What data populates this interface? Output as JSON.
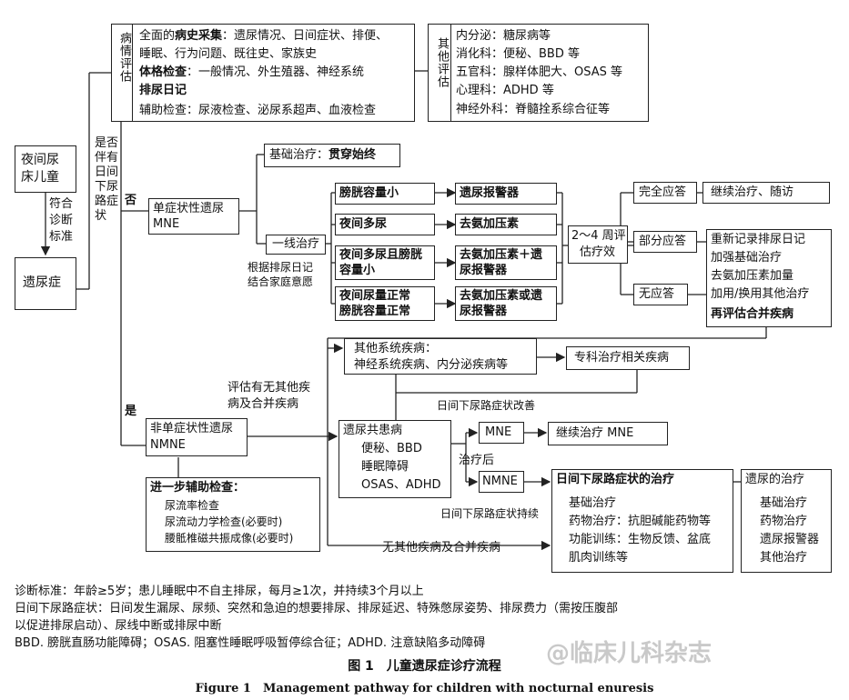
{
  "start": {
    "child": "夜间尿床儿童",
    "criteria": "符合诊断标准",
    "enuresis": "遗尿症"
  },
  "history": {
    "vertical_title": "病情评估",
    "line1_pre": "全面的",
    "line1_bold": "病史采集",
    "line1_post": "：遗尿情况、日间症状、排便、",
    "line2": "睡眠、行为问题、既往史、家族史",
    "line3_bold": "体格检查",
    "line3_post": "：一般情况、外生殖器、神经系统",
    "line4_bold": "排尿日记",
    "line5": "辅助检查：尿液检查、泌尿系超声、血液检查"
  },
  "other_eval": {
    "vertical_title": "其他评估",
    "items": [
      "内分泌：糖尿病等",
      "消化科：便秘、BBD 等",
      "五官科：腺样体肥大、OSAS 等",
      "心理科：ADHD 等",
      "神经外科：脊髓拴系综合征等"
    ]
  },
  "daytime_q": "是否伴有日间下尿路症状",
  "no_label": "否",
  "yes_label": "是",
  "mne": {
    "line1": "单症状性遗尿",
    "line2": "MNE"
  },
  "basic": {
    "pre": "基础治疗：",
    "bold": "贯穿始终"
  },
  "first_line": "一线治疗",
  "first_line_note": [
    "根据排尿日记",
    "结合家庭意愿"
  ],
  "conditions": [
    [
      "膀胱容量小"
    ],
    [
      "夜间多尿"
    ],
    [
      "夜间多尿且膀胱",
      "容量小"
    ],
    [
      "夜间尿量正常",
      "膀胱容量正常"
    ]
  ],
  "treatments": [
    [
      "遗尿报警器"
    ],
    [
      "去氨加压素"
    ],
    [
      "去氨加压素＋遗",
      "尿报警器"
    ],
    [
      "去氨加压素或遗",
      "尿报警器"
    ]
  ],
  "eval_period": [
    "2～4 周评",
    "估疗效"
  ],
  "responses": [
    "完全应答",
    "部分应答",
    "无应答"
  ],
  "complete_action": "继续治疗、随访",
  "partial_actions": [
    "重新记录排尿日记",
    "加强基础治疗",
    "去氨加压素加量",
    "加用/换用其他治疗"
  ],
  "partial_bold": "再评估合并疾病",
  "other_systems": {
    "line1": "其他系统疾病：",
    "line2": "神经系统疾病、内分泌疾病等"
  },
  "specialist": "专科治疗相关疾病",
  "daytime_improve": "日间下尿路症状改善",
  "assess_label": [
    "评估有无其他疾",
    "病及合并疾病"
  ],
  "nmne": {
    "line1": "非单症状性遗尿",
    "line2": "NMNE"
  },
  "further": {
    "title": "进一步辅助检查：",
    "items": [
      "尿流率检查",
      "尿流动力学检查(必要时)",
      "腰骶椎磁共振成像(必要时)"
    ]
  },
  "comorbid": {
    "title": "遗尿共患病",
    "items": [
      "便秘、BBD",
      "睡眠障碍",
      "OSAS、ADHD"
    ]
  },
  "after_treatment": "治疗后",
  "mne_box": "MNE",
  "continue_mne": "继续治疗 MNE",
  "nmne_box": "NMNE",
  "daytime_persist": "日间下尿路症状持续",
  "no_other": "无其他疾病及合并疾病",
  "lut_treatment": {
    "title": "日间下尿路症状的治疗",
    "items": [
      "基础治疗",
      "药物治疗：抗胆碱能药物等",
      "功能训练：生物反馈、盆底",
      "肌肉训练等"
    ]
  },
  "enuresis_treatment": {
    "title": "遗尿的治疗",
    "items": [
      "基础治疗",
      "药物治疗",
      "遗尿报警器",
      "其他治疗"
    ]
  },
  "notes": [
    "诊断标准：年龄≥5岁；患儿睡眠中不自主排尿，每月≥1次，并持续3个月以上",
    "日间下尿路症状：日间发生漏尿、尿频、突然和急迫的想要排尿、排尿延迟、特殊憋尿姿势、排尿费力（需按压腹部",
    "以促进排尿启动）、尿线中断或排尿中断",
    "BBD. 膀胱直肠功能障碍；OSAS. 阻塞性睡眠呼吸暂停综合征；ADHD. 注意缺陷多动障碍"
  ],
  "caption_cn": "图 1　儿童遗尿症诊疗流程",
  "caption_en": "Figure 1　Management pathway for children with nocturnal enuresis",
  "watermark": "@临床儿科杂志"
}
